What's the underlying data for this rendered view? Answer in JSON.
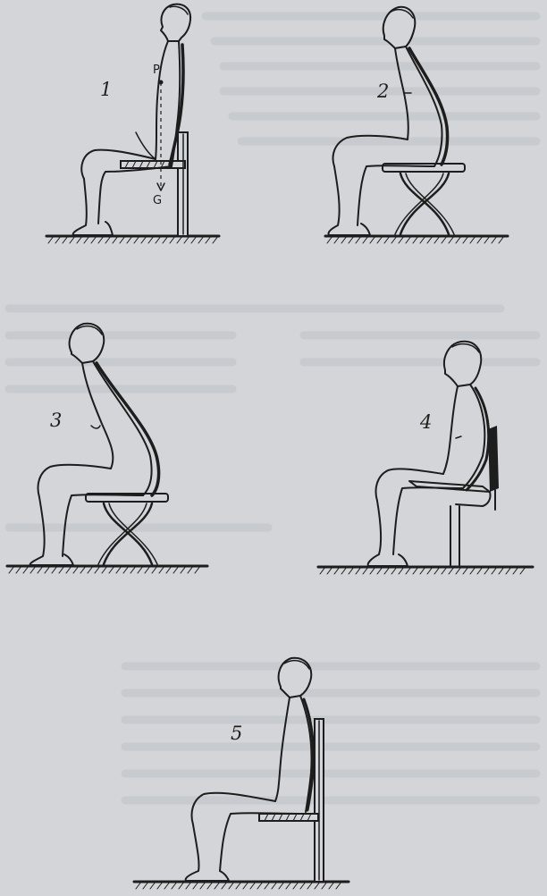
{
  "figures": [
    {
      "number": "1",
      "labels": {
        "top": "P",
        "bottom": "G"
      }
    },
    {
      "number": "2"
    },
    {
      "number": "3"
    },
    {
      "number": "4"
    },
    {
      "number": "5"
    }
  ],
  "colors": {
    "paper": "#d3d5d8",
    "ink": "#1d1d1d",
    "bleed_text": "#bfc2c6"
  }
}
